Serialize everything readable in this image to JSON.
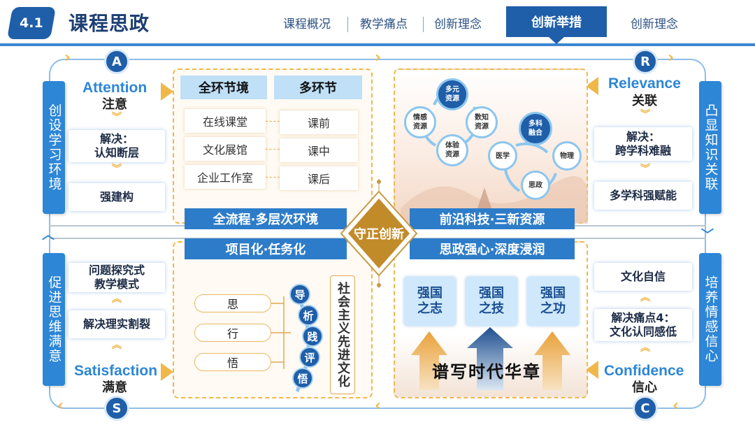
{
  "header": {
    "badge": "4.1",
    "title": "课程思政",
    "nav": [
      "课程概况",
      "教学痛点",
      "创新理念",
      "创新举措",
      "创新理念"
    ],
    "active_index": 3
  },
  "corners": {
    "a": "A",
    "r": "R",
    "s": "S",
    "c": "C"
  },
  "attention": {
    "en": "Attention",
    "zh": "注意",
    "side": "创设学习环境",
    "box1": "解决：\n认知断层",
    "box2": "强建构"
  },
  "relevance": {
    "en": "Relevance",
    "zh": "关联",
    "side": "凸显知识关联",
    "box1": "解决：\n跨学科难融",
    "box2": "多学科强赋能"
  },
  "satisfaction": {
    "en": "Satisfaction",
    "zh": "满意",
    "side": "促进思维满意",
    "box1": "问题探究式\n教学模式",
    "box2": "解决理实割裂"
  },
  "confidence": {
    "en": "Confidence",
    "zh": "信心",
    "side": "培养情感信心",
    "box1": "文化自信",
    "box2": "解决痛点4：\n文化认同感低"
  },
  "quad_tl": {
    "col1_header": "全环节境",
    "col2_header": "多环节",
    "rows": [
      {
        "left": "在线课堂",
        "right": "课前"
      },
      {
        "left": "文化展馆",
        "right": "课中"
      },
      {
        "left": "企业工作室",
        "right": "课后"
      }
    ],
    "bar": "全流程·多层次环境"
  },
  "quad_tr": {
    "nodes": {
      "duoyuan": "多元\n资源",
      "qinggan": "情感\n资源",
      "shuzhi": "数知\n资源",
      "tiyan": "体验\n资源",
      "duoke": "多科\n融合",
      "yixue": "医学",
      "wuli": "物理",
      "sizheng": "思政"
    },
    "bar": "前沿科技·三新资源"
  },
  "quad_bl": {
    "bar": "项目化·任务化",
    "items": [
      "思",
      "行",
      "悟"
    ],
    "steps": [
      "导",
      "析",
      "践",
      "评",
      "悟"
    ],
    "vertical": "社会主义先进文化"
  },
  "quad_br": {
    "bar": "思政强心·深度浸润",
    "boxes": [
      "强国\n之志",
      "强国\n之技",
      "强国\n之功"
    ],
    "slogan": "谱写时代华章"
  },
  "center": "守正创新"
}
